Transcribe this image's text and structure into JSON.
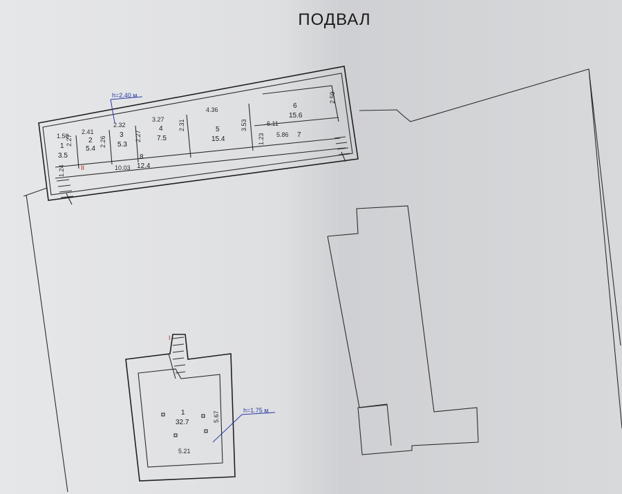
{
  "title": "ПОДВАЛ",
  "heights": {
    "upper": "h=2.40 м",
    "lower": "h=1.75 м"
  },
  "upper_rooms": [
    {
      "id": "r1",
      "number": "1",
      "area": "3.5",
      "dims": [
        "1.50",
        "2.27"
      ]
    },
    {
      "id": "r2",
      "number": "2",
      "area": "5.4",
      "dims": [
        "2.41",
        "2.26"
      ]
    },
    {
      "id": "r3",
      "number": "3",
      "area": "5.3",
      "dims": [
        "2.32",
        "2.27"
      ]
    },
    {
      "id": "r4",
      "number": "4",
      "area": "7.5",
      "dims": [
        "3.27",
        "2.31"
      ]
    },
    {
      "id": "r5",
      "number": "5",
      "area": "15.4",
      "dims": [
        "4.36",
        "3.53"
      ]
    },
    {
      "id": "r6",
      "number": "6",
      "area": "15.6",
      "dims": [
        "2.59"
      ]
    },
    {
      "id": "r7",
      "number": "7",
      "area": "",
      "dims": [
        "6.11",
        "5.86",
        "1.23"
      ]
    },
    {
      "id": "r8",
      "number": "8",
      "area": "12.4",
      "dims": [
        "10.03",
        "1.24"
      ]
    }
  ],
  "stair_mark_upper": "II",
  "stair_mark_lower": "I",
  "lower_room": {
    "number": "1",
    "area": "32.7",
    "dims": [
      "5.67",
      "5.21"
    ]
  }
}
